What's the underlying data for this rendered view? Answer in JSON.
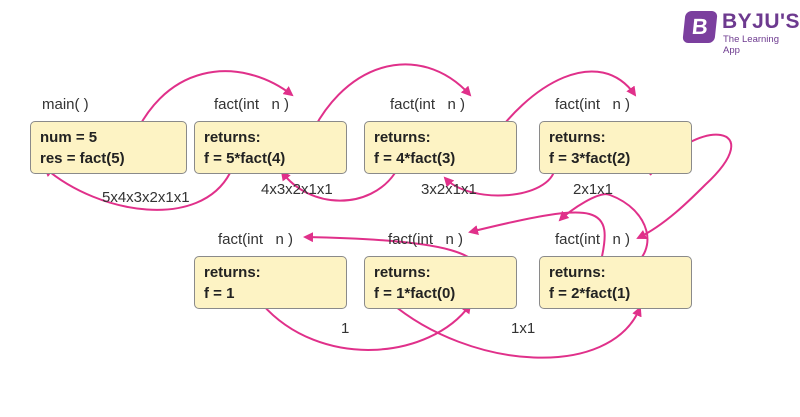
{
  "brand": {
    "badge_letter": "B",
    "name": "BYJU'S",
    "tagline": "The Learning App",
    "color": "#6d3a8f"
  },
  "colors": {
    "arrow": "#e0308a",
    "box_fill": "#fdf3c4",
    "box_border": "#8a8a8a"
  },
  "main": {
    "label": "main( )",
    "line1": "num = 5",
    "line2": "res = fact(5)"
  },
  "frames": [
    {
      "label": "fact(int   n )",
      "line1": "returns:",
      "line2": "f = 5*fact(4)"
    },
    {
      "label": "fact(int   n )",
      "line1": "returns:",
      "line2": "f = 4*fact(3)"
    },
    {
      "label": "fact(int   n )",
      "line1": "returns:",
      "line2": "f = 3*fact(2)"
    },
    {
      "label": "fact(int   n )",
      "line1": "returns:",
      "line2": "f = 2*fact(1)"
    },
    {
      "label": "fact(int   n )",
      "line1": "returns:",
      "line2": "f = 1*fact(0)"
    },
    {
      "label": "fact(int   n )",
      "line1": "returns:",
      "line2": "f = 1"
    }
  ],
  "return_values": [
    "5x4x3x2x1x1",
    "4x3x2x1x1",
    "3x2x1x1",
    "2x1x1",
    "1x1",
    "1"
  ]
}
